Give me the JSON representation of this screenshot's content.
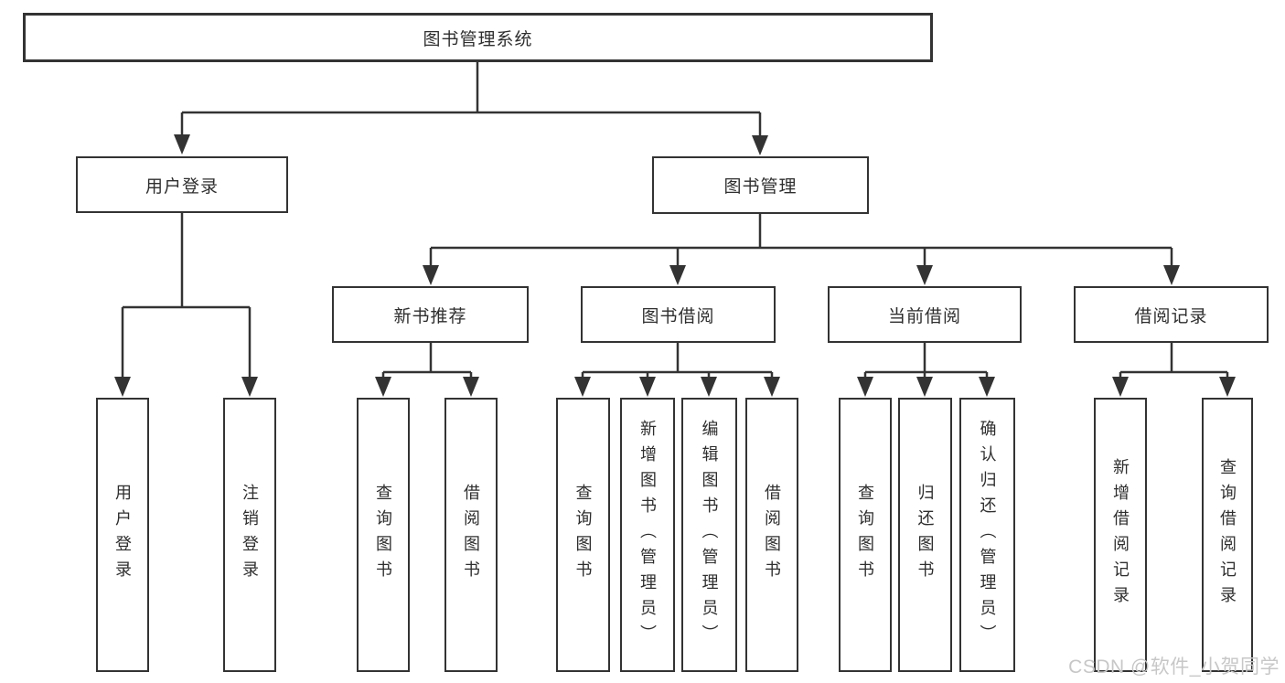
{
  "diagram": {
    "root_label": "图书管理系统",
    "level2": [
      "用户登录",
      "图书管理"
    ],
    "level3": [
      "新书推荐",
      "图书借阅",
      "当前借阅",
      "借阅记录"
    ],
    "leaves": {
      "user_login": [
        "用户登录",
        "注销登录"
      ],
      "new_book_recommend": [
        "查询图书",
        "借阅图书"
      ],
      "book_borrowing": [
        "查询图书",
        "新增图书（管理员）",
        "编辑图书（管理员）",
        "借阅图书"
      ],
      "current_borrowing": [
        "查询图书",
        "归还图书",
        "确认归还（管理员）"
      ],
      "borrowing_records": [
        "新增借阅记录",
        "查询借阅记录"
      ]
    }
  },
  "watermark": {
    "text": "CSDN @软件_小贺同学"
  },
  "colors": {
    "line": "#333333",
    "box_border": "#333333",
    "text": "#2e2e2e",
    "watermark": "#c7c7c7",
    "background": "#ffffff"
  }
}
